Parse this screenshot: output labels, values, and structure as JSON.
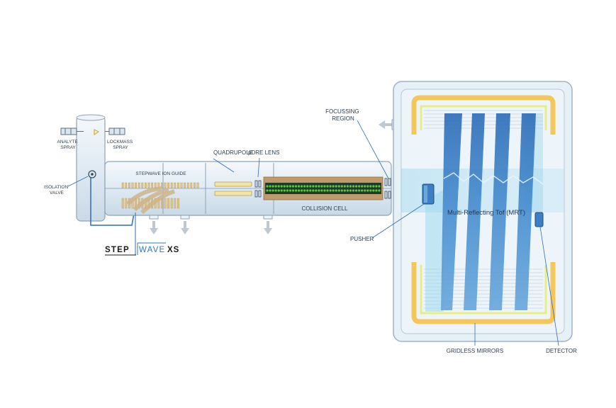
{
  "labels": {
    "analyte_spray": [
      "ANALYTE",
      "SPRAY"
    ],
    "lockmass_spray": [
      "LOCKMASS",
      "SPRAY"
    ],
    "isolation_valve": [
      "ISOLATION",
      "VALVE"
    ],
    "stepwave_ion_guide": "STEPWAVE ION GUIDE",
    "quadrupole": "QUADRUPOLE",
    "pdre_lens": "pDRE LENS",
    "focussing_region": [
      "FOCUSSING",
      "REGION"
    ],
    "collision_cell": "COLLISION CELL",
    "pusher": "PUSHER",
    "mrt": "Multi-Reflecting Tof (MRT)",
    "gridless_mirrors": "GRIDLESS MIRRORS",
    "detector": "DETECTOR"
  },
  "logo": {
    "step": "STEP",
    "wave": "WAVE",
    "xs": "XS"
  },
  "colors": {
    "chamber_fill": "#e6f0f7",
    "chamber_stroke": "#9fb3c6",
    "mirror_outer": "#f4c75a",
    "mirror_inner": "#e9ed86",
    "beam_light": "#9ed8ee",
    "flight_path": "#2d6db5",
    "collision_dots": "#5ac83c",
    "collision_band": "#c09a6a",
    "leader_line": "#2d6db5",
    "logo_blue": "#2b78c2"
  }
}
